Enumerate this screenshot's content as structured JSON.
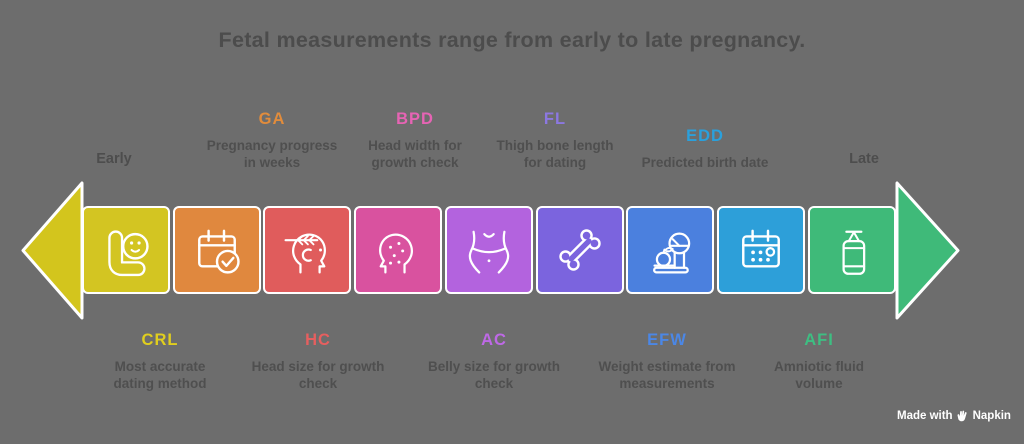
{
  "title": "Fetal measurements range from early to late pregnancy.",
  "colors": {
    "background": "#6d6d6d",
    "title_text": "#4c4c4c",
    "description_text": "#4f4f4f"
  },
  "endpoints": {
    "early": "Early",
    "late": "Late"
  },
  "arrow": {
    "left_color": "#d3c51d",
    "right_color": "#3fba79"
  },
  "segments": [
    {
      "id": "crl",
      "icon": "fetus-icon",
      "color": "#d3c522"
    },
    {
      "id": "ga",
      "icon": "calendar-check-icon",
      "color": "#e0883e"
    },
    {
      "id": "hc",
      "icon": "head-measure-icon",
      "color": "#e05c5c"
    },
    {
      "id": "bpd",
      "icon": "head-dots-icon",
      "color": "#d9529f"
    },
    {
      "id": "ac",
      "icon": "belly-icon",
      "color": "#b363de"
    },
    {
      "id": "fl",
      "icon": "bone-icon",
      "color": "#7b64de"
    },
    {
      "id": "efw",
      "icon": "scale-icon",
      "color": "#4b80de"
    },
    {
      "id": "edd",
      "icon": "calendar-date-icon",
      "color": "#2d9fd9"
    },
    {
      "id": "afi",
      "icon": "fluid-bag-icon",
      "color": "#3fba79"
    }
  ],
  "labels_top": [
    {
      "acronym": "GA",
      "color": "#e18c3c",
      "description": "Pregnancy progress in weeks"
    },
    {
      "acronym": "BPD",
      "color": "#e664b4",
      "description": "Head width for growth check"
    },
    {
      "acronym": "FL",
      "color": "#8c78e1",
      "description": "Thigh bone length for dating"
    },
    {
      "acronym": "EDD",
      "color": "#2aa0dc",
      "description": "Predicted birth date"
    }
  ],
  "labels_bottom": [
    {
      "acronym": "CRL",
      "color": "#e0ce1e",
      "description": "Most accurate dating method"
    },
    {
      "acronym": "HC",
      "color": "#e65f5f",
      "description": "Head size for growth check"
    },
    {
      "acronym": "AC",
      "color": "#be69e6",
      "description": "Belly size for growth check"
    },
    {
      "acronym": "EFW",
      "color": "#4b87e6",
      "description": "Weight estimate from measurements"
    },
    {
      "acronym": "AFI",
      "color": "#3ebe82",
      "description": "Amniotic fluid volume"
    }
  ],
  "badge": {
    "text_prefix": "Made with",
    "brand": "Napkin"
  }
}
